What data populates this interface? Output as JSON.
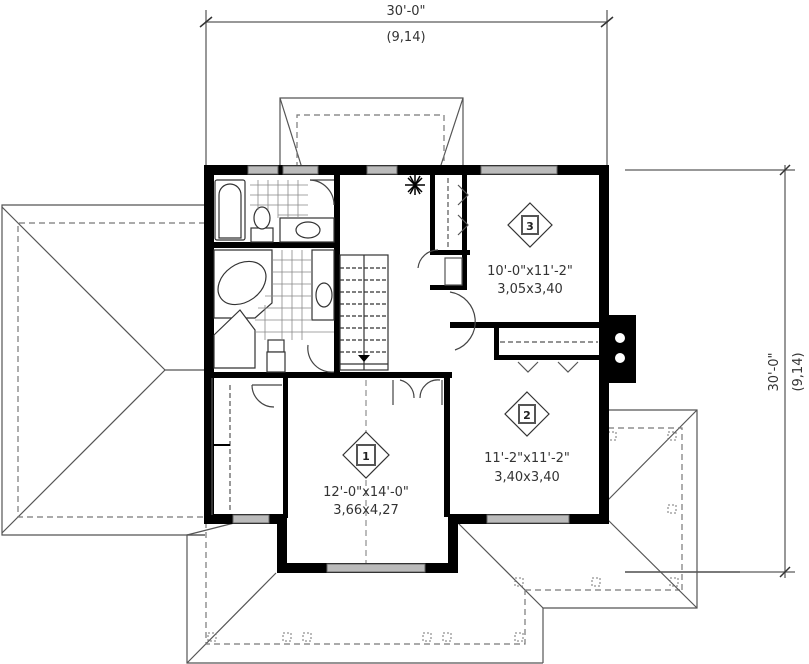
{
  "plan": {
    "dimensions": {
      "top": {
        "imperial": "30'-0\"",
        "metric": "(9,14)"
      },
      "right": {
        "imperial": "30'-0\"",
        "metric": "(9,14)"
      }
    },
    "rooms": [
      {
        "number": "1",
        "imperial": "12'-0\"x14'-0\"",
        "metric": "3,66x4,27"
      },
      {
        "number": "2",
        "imperial": "11'-2\"x11'-2\"",
        "metric": "3,40x3,40"
      },
      {
        "number": "3",
        "imperial": "10'-0\"x11'-2\"",
        "metric": "3,05x3,40"
      }
    ],
    "colors": {
      "wall": "#000000",
      "line": "#555555",
      "dashed": "#777777",
      "window": "#999999",
      "text": "#333333"
    }
  }
}
